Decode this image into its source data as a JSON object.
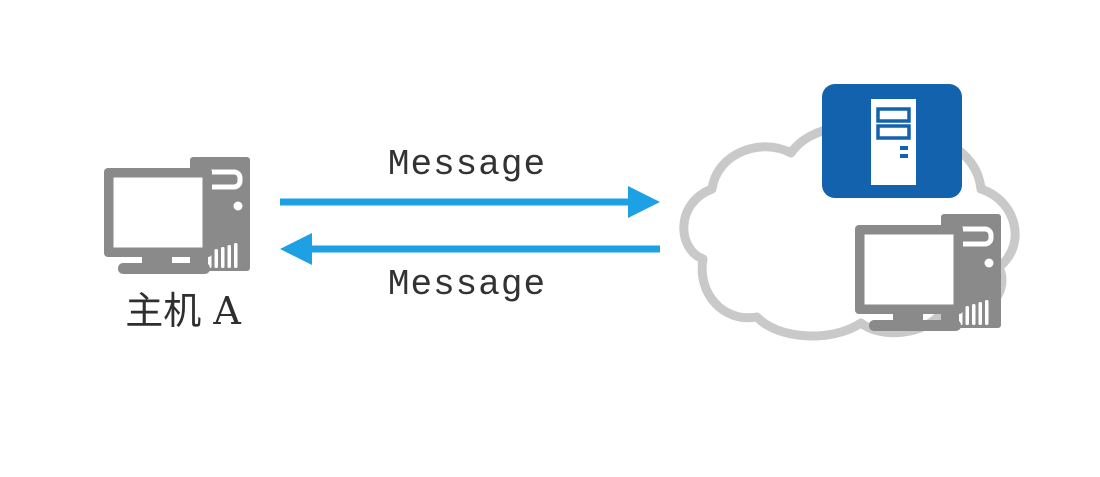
{
  "host": {
    "label": "主机 A"
  },
  "links": {
    "forward_label": "Message",
    "reverse_label": "Message"
  },
  "colors": {
    "arrow": "#1EA0E4",
    "icon_gray": "#8A8A8A",
    "cloud_stroke": "#C9C9C9",
    "server_blue": "#1362AE",
    "label_text": "#333333"
  }
}
